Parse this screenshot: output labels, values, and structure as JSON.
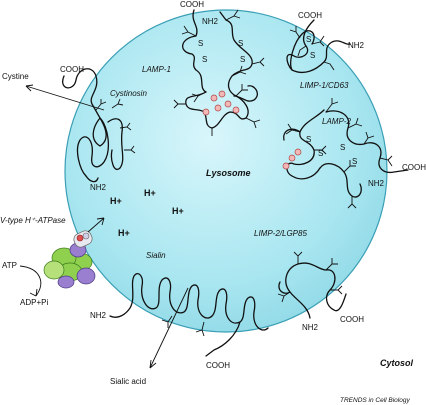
{
  "diagram": {
    "organelle_label": "Lysosome",
    "compartment_label": "Cytosol",
    "proteins": {
      "lamp1": "LAMP-1",
      "limp1": "LIMP-1/CD63",
      "lamp2": "LAMP-2",
      "limp2": "LIMP-2/LGP85",
      "cystinosin": "Cystinosin",
      "sialin": "Sialin",
      "atpase": "V-type H⁺-ATPase"
    },
    "substrates": {
      "cystine": "Cystine",
      "sialic_acid": "Sialic acid",
      "atp": "ATP",
      "adp": "ADP+Pi"
    },
    "termini": {
      "cooh": "COOH",
      "nh2": "NH2"
    },
    "protons": "H+",
    "disulfide": "S",
    "credit": "TRENDS in Cell Biology",
    "colors": {
      "lumen_fill": "#a8e6f0",
      "lumen_stroke": "#3a9fb5",
      "atpase_green": "#8fd14f",
      "atpase_purple": "#9a7fd0",
      "sugar_pink": "#f2b7b7"
    }
  }
}
